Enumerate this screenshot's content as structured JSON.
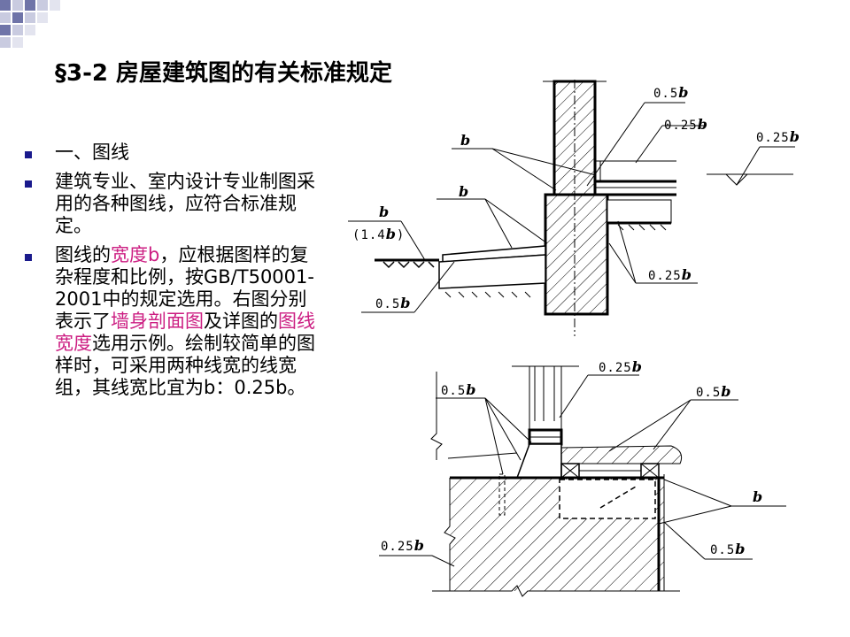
{
  "slide": {
    "title": "§3-2 房屋建筑图的有关标准规定"
  },
  "bullets": [
    {
      "parts": [
        {
          "text": "一、图线",
          "hl": false
        }
      ]
    },
    {
      "parts": [
        {
          "text": "建筑专业、室内设计专业制图采用的各种图线，应符合标准规定。",
          "hl": false
        }
      ]
    },
    {
      "parts": [
        {
          "text": "图线的",
          "hl": false
        },
        {
          "text": "宽度b",
          "hl": true
        },
        {
          "text": "，应根据图样的复杂程度和比例，按GB/T50001-2001中的规定选用。右图分别表示了",
          "hl": false
        },
        {
          "text": "墙身剖面图",
          "hl": true
        },
        {
          "text": "及详图的",
          "hl": false
        },
        {
          "text": "图线宽度",
          "hl": true
        },
        {
          "text": "选用示例。绘制较简单的图样时，可采用两种线宽的线宽组，其线宽比宜为b：0.25b。",
          "hl": false
        }
      ]
    }
  ],
  "colors": {
    "highlight": "#cc1e82",
    "bullet": "#1a1a8c",
    "deco_dark": "#6f74a8",
    "deco_light": "#c9cbe0"
  },
  "drawing": {
    "top": {
      "l_05b_top": {
        "num": "0.5",
        "b": "b"
      },
      "l_025b_top": {
        "num": "0.25",
        "b": "b"
      },
      "l_025b_right": {
        "num": "0.25",
        "b": "b"
      },
      "l_b_1": {
        "b": "b"
      },
      "l_b_2": {
        "b": "b"
      },
      "l_b_left": {
        "b": "b"
      },
      "l_14b": {
        "open": "(",
        "num": "1.4",
        "b": "b",
        "close": ")"
      },
      "l_05b_bottom": {
        "num": "0.5",
        "b": "b"
      },
      "l_025b_mid": {
        "num": "0.25",
        "b": "b"
      }
    },
    "bottom": {
      "l_025b_top": {
        "num": "0.25",
        "b": "b"
      },
      "l_05b_left": {
        "num": "0.5",
        "b": "b"
      },
      "l_05b_right": {
        "num": "0.5",
        "b": "b"
      },
      "l_b_right": {
        "b": "b"
      },
      "l_025b_left": {
        "num": "0.25",
        "b": "b"
      },
      "l_05b_bottom": {
        "num": "0.5",
        "b": "b"
      }
    }
  }
}
